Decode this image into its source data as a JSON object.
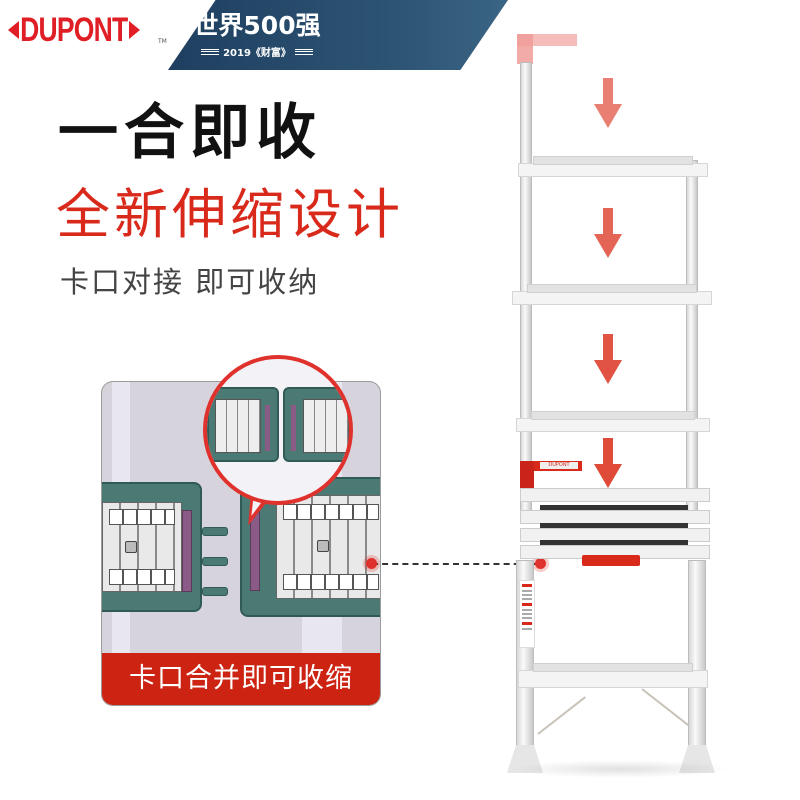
{
  "brand": {
    "logo_text": "DUPONT",
    "trademark": "TM",
    "logo_color": "#e01e26"
  },
  "badge": {
    "title": "世界500强",
    "subtitle": "2019《财富》",
    "background": "#2a4e6e"
  },
  "headline": {
    "line1": "一合即收",
    "line2": "全新伸缩设计",
    "line3": "卡口对接 即可收纳",
    "line1_color": "#111111",
    "line2_color": "#d8291b",
    "line3_color": "#444444"
  },
  "detail_card": {
    "caption": "卡口合并即可收缩",
    "caption_bg": "#cc2313",
    "callout_color": "#e0322d"
  },
  "product": {
    "name": "telescoping ladder",
    "arrows": [
      {
        "icon": "arrow-down-icon",
        "opacity": 0.7
      },
      {
        "icon": "arrow-down-icon",
        "opacity": 0.8
      },
      {
        "icon": "arrow-down-icon",
        "opacity": 0.9
      },
      {
        "icon": "arrow-down-icon",
        "opacity": 1.0
      }
    ],
    "arrow_color": "#e04a38",
    "handle_color": "#d8291b",
    "handle_brand": "DUPONT"
  }
}
